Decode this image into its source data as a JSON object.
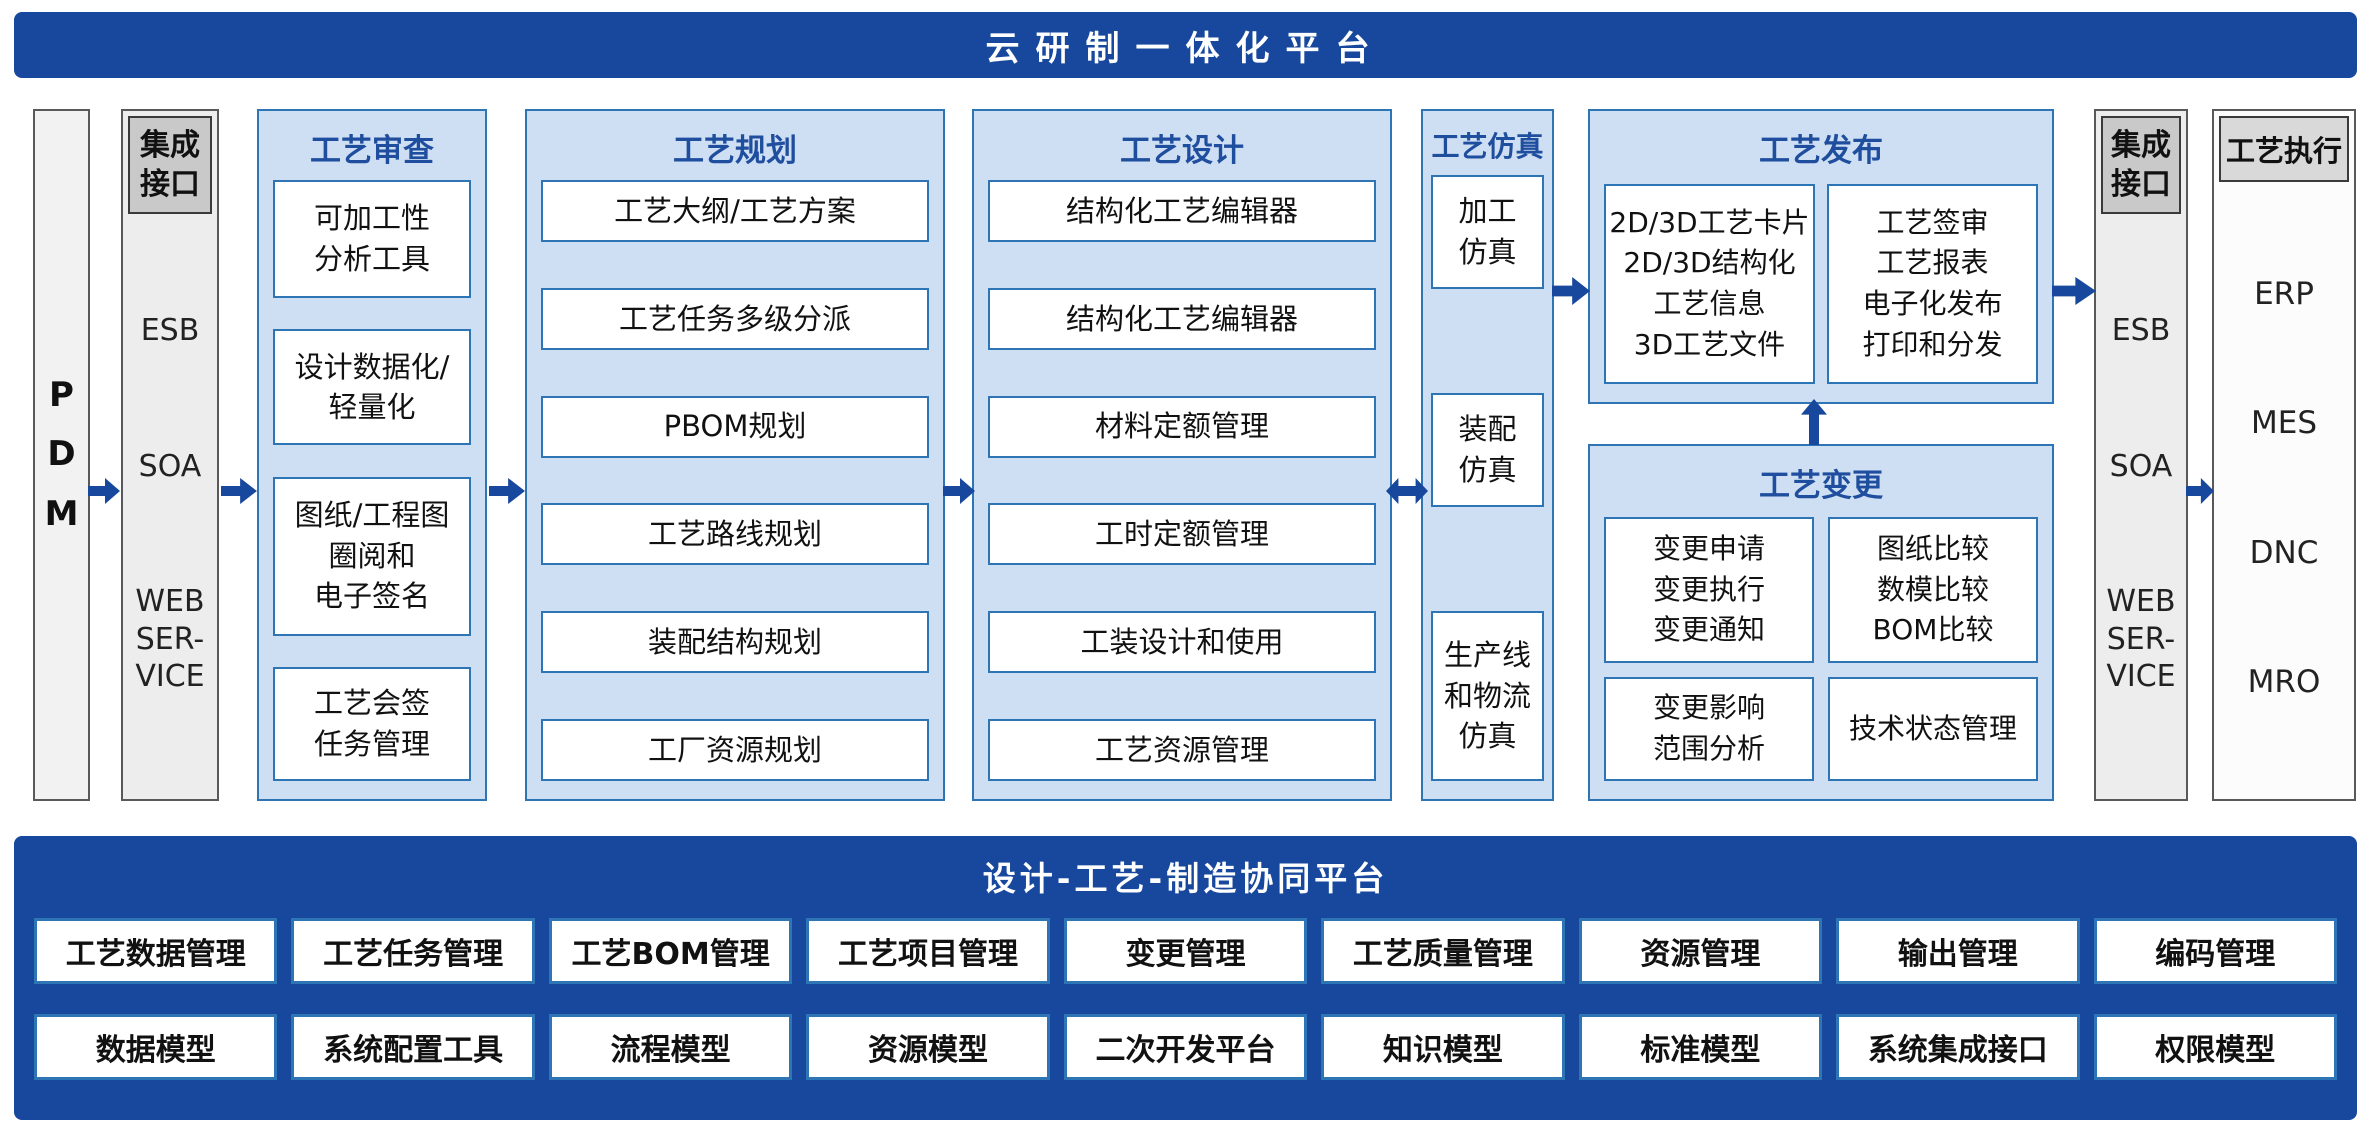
{
  "banner": {
    "title": "云研制一体化平台"
  },
  "pdm": {
    "label": "P\nD\nM"
  },
  "integration_left": {
    "header": "集成\n接口",
    "items": [
      "ESB",
      "SOA",
      "WEB SER-VICE"
    ]
  },
  "review": {
    "header": "工艺审查",
    "items": [
      "可加工性\n分析工具",
      "设计数据化/\n轻量化",
      "图纸/工程图\n圈阅和\n电子签名",
      "工艺会签\n任务管理"
    ]
  },
  "planning": {
    "header": "工艺规划",
    "items": [
      "工艺大纲/工艺方案",
      "工艺任务多级分派",
      "PBOM规划",
      "工艺路线规划",
      "装配结构规划",
      "工厂资源规划"
    ]
  },
  "design": {
    "header": "工艺设计",
    "items": [
      "结构化工艺编辑器",
      "结构化工艺编辑器",
      "材料定额管理",
      "工时定额管理",
      "工装设计和使用",
      "工艺资源管理"
    ]
  },
  "simulation": {
    "header": "工艺仿真",
    "items": [
      "加工\n仿真",
      "装配\n仿真",
      "生产线\n和物流\n仿真"
    ]
  },
  "publish": {
    "header": "工艺发布",
    "items": [
      "2D/3D工艺卡片\n2D/3D结构化\n工艺信息\n3D工艺文件",
      "工艺签审\n工艺报表\n电子化发布\n打印和分发"
    ]
  },
  "change": {
    "header": "工艺变更",
    "items": [
      "变更申请\n变更执行\n变更通知",
      "图纸比较\n数模比较\nBOM比较",
      "变更影响\n范围分析",
      "技术状态管理"
    ]
  },
  "integration_right": {
    "header": "集成\n接口",
    "items": [
      "ESB",
      "SOA",
      "WEB SER-VICE"
    ]
  },
  "execution": {
    "header": "工艺执行",
    "items": [
      "ERP",
      "MES",
      "DNC",
      "MRO"
    ]
  },
  "platform": {
    "title": "设计-工艺-制造协同平台",
    "row1": [
      "工艺数据管理",
      "工艺任务管理",
      "工艺BOM管理",
      "工艺项目管理",
      "变更管理",
      "工艺质量管理",
      "资源管理",
      "输出管理",
      "编码管理"
    ],
    "row2": [
      "数据模型",
      "系统配置工具",
      "流程模型",
      "资源模型",
      "二次开发平台",
      "知识模型",
      "标准模型",
      "系统集成接口",
      "权限模型"
    ]
  },
  "icons": {
    "flow_arrow_right": "→",
    "flow_arrow_up": "↑",
    "flow_arrow_double": "↔"
  },
  "colors": {
    "navy": "#17489D",
    "panel_bg": "#CEDFF4",
    "panel_border": "#2E75B6",
    "gray_bg": "#EDEDED"
  }
}
